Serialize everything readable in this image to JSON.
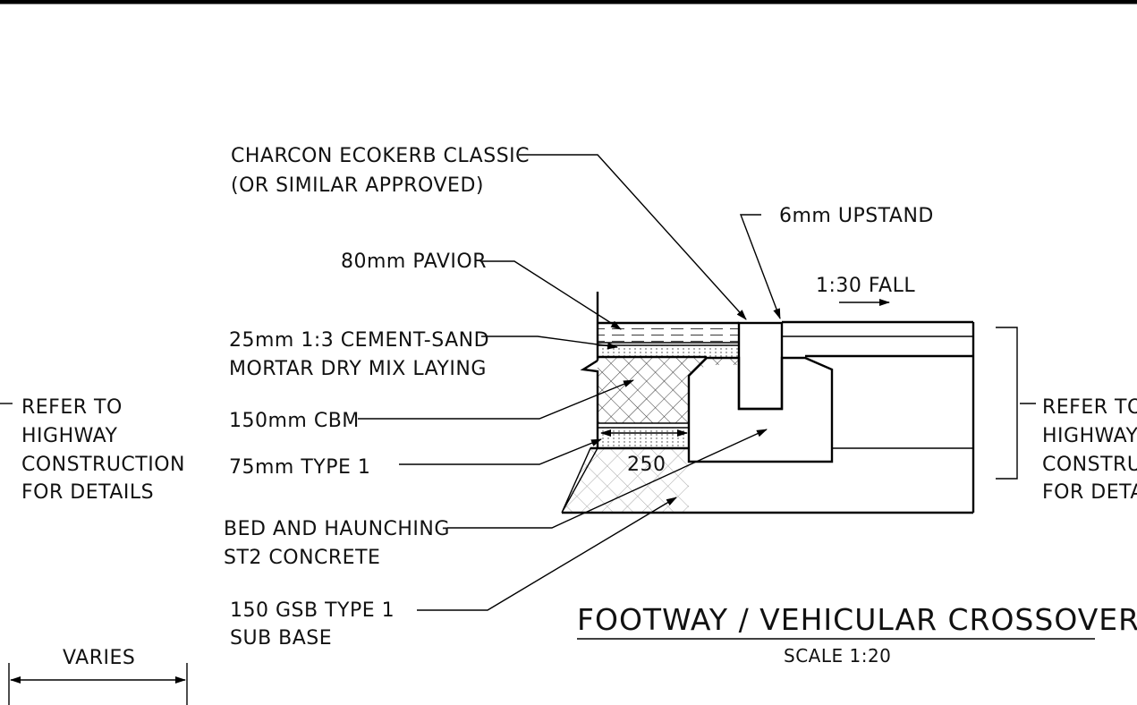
{
  "title": "FOOTWAY / VEHICULAR CROSSOVER",
  "scale": "SCALE 1:20",
  "labels": {
    "kerb_line1": "CHARCON ECOKERB CLASSIC",
    "kerb_line2": "(OR SIMILAR APPROVED)",
    "upstand": "6mm UPSTAND",
    "fall": "1:30 FALL",
    "pavior": "80mm PAVIOR",
    "mortar_line1": "25mm 1:3 CEMENT-SAND",
    "mortar_line2": "MORTAR DRY MIX LAYING",
    "cbm": "150mm CBM",
    "type1": "75mm TYPE 1",
    "bed_line1": "BED AND HAUNCHING",
    "bed_line2": "ST2 CONCRETE",
    "subbase_line1": "150 GSB TYPE 1",
    "subbase_line2": "SUB BASE",
    "dimension_250": "250",
    "varies": "VARIES",
    "left_note": [
      "REFER TO",
      "HIGHWAY",
      "CONSTRUCTION",
      "FOR DETAILS"
    ],
    "right_note": [
      "REFER TO",
      "HIGHWAY",
      "CONSTRUCTION",
      "FOR DETAILS"
    ]
  }
}
